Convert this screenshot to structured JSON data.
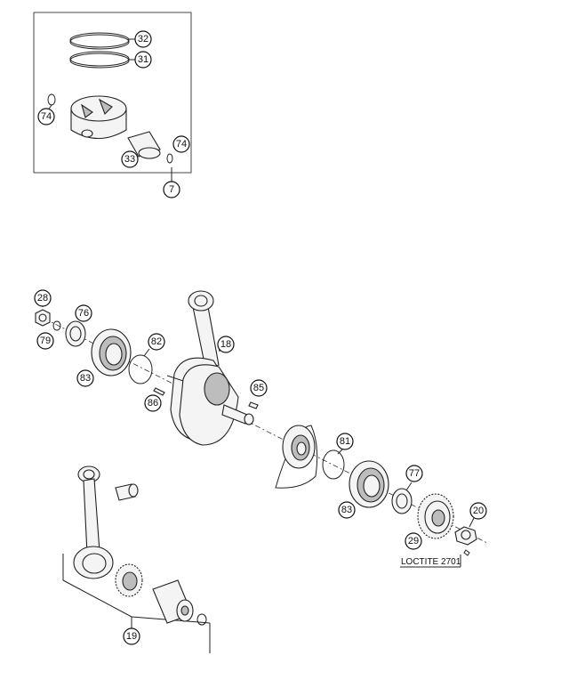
{
  "callouts": {
    "c32": "32",
    "c31": "31",
    "c74a": "74",
    "c74b": "74",
    "c33": "33",
    "c7": "7",
    "c28": "28",
    "c76": "76",
    "c79": "79",
    "c18": "18",
    "c82": "82",
    "c83a": "83",
    "c85": "85",
    "c86": "86",
    "c81": "81",
    "c77": "77",
    "c20": "20",
    "c83b": "83",
    "c29": "29",
    "c19": "19"
  },
  "note": "LOCTITE 2701"
}
